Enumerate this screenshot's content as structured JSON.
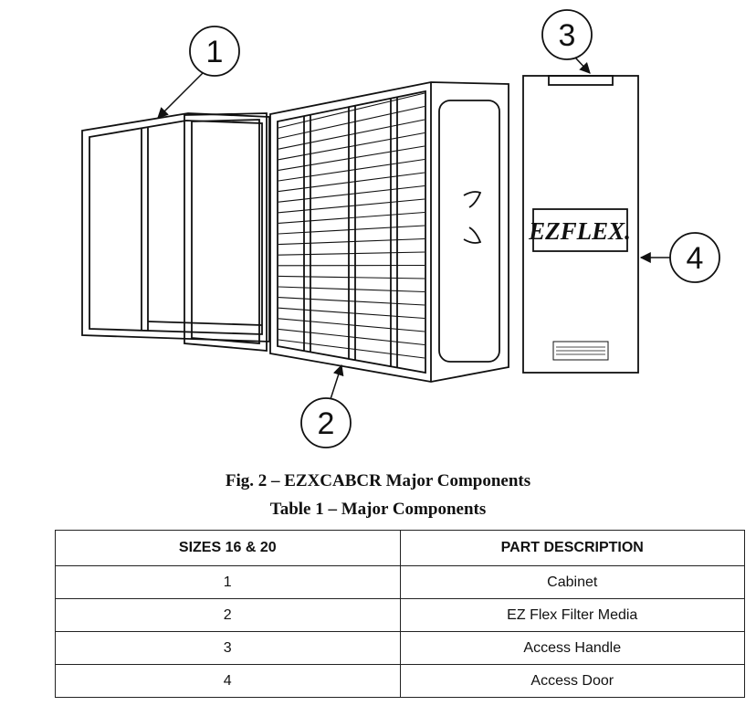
{
  "figure": {
    "callouts": [
      "1",
      "2",
      "3",
      "4"
    ],
    "logo": "EZFLEX.",
    "caption": "Fig. 2 – EZXCABCR Major Components"
  },
  "table": {
    "caption": "Table 1 – Major Components",
    "headers": [
      "SIZES 16 & 20",
      "PART DESCRIPTION"
    ],
    "rows": [
      [
        "1",
        "Cabinet"
      ],
      [
        "2",
        "EZ Flex Filter Media"
      ],
      [
        "3",
        "Access Handle"
      ],
      [
        "4",
        "Access Door"
      ]
    ]
  }
}
